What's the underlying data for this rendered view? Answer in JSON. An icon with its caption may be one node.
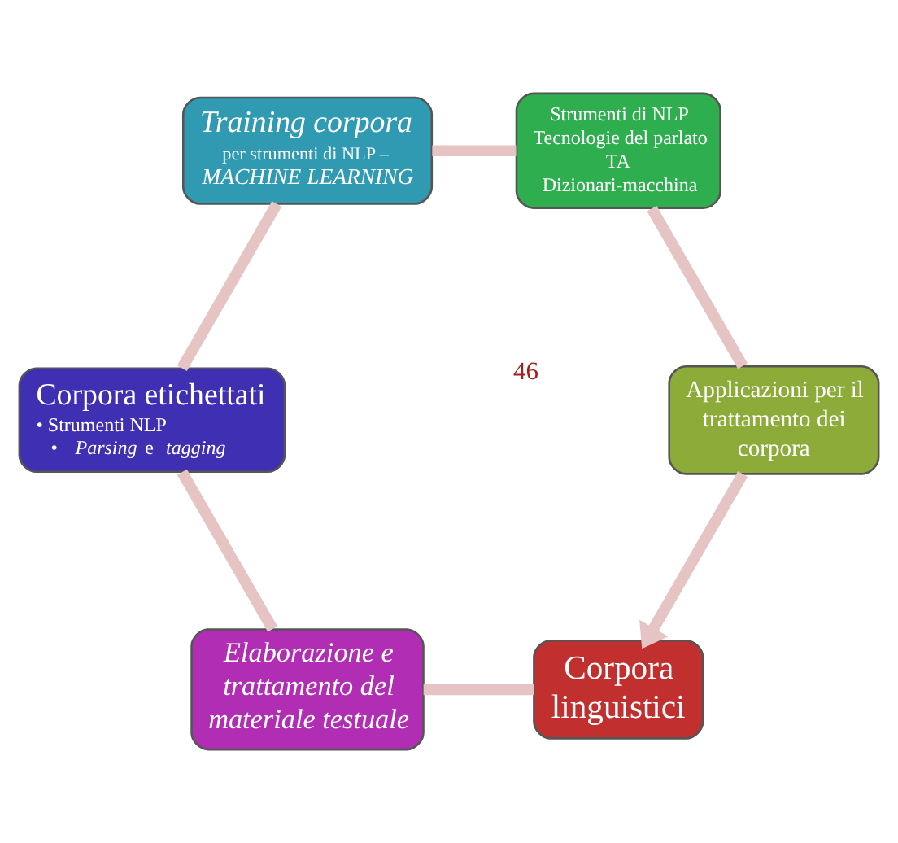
{
  "diagram": {
    "nodes": [
      {
        "text": [
          "Corpora linguistici"
        ]
      },
      {
        "text": [
          "Elaborazione e trattamento del materiale testuale"
        ]
      },
      {
        "text": [
          "Corpora etichettati",
          "• Strumenti NLP",
          "• *Parsing* e *tagging*"
        ]
      },
      {
        "text": [
          "Training corpora",
          "per strumenti di NLP –",
          "MACHINE LEARNING"
        ]
      },
      {
        "text": [
          "Strumenti di NLP",
          "Tecnologie del parlato",
          "TA",
          "Dizionari-macchina"
        ]
      },
      {
        "text": [
          "Applicazioni per il trattamento dei corpora"
        ]
      }
    ],
    "edges": [
      {
        "from": 0,
        "to": 1,
        "arrow": "none"
      },
      {
        "from": 1,
        "to": 2,
        "arrow": "none"
      },
      {
        "from": 2,
        "to": 3,
        "arrow": "none"
      },
      {
        "from": 3,
        "to": 4,
        "arrow": "none"
      },
      {
        "from": 4,
        "to": 5,
        "arrow": "none"
      },
      {
        "from": 5,
        "to": 0,
        "arrow": "to"
      }
    ],
    "labels": [
      "46"
    ]
  }
}
